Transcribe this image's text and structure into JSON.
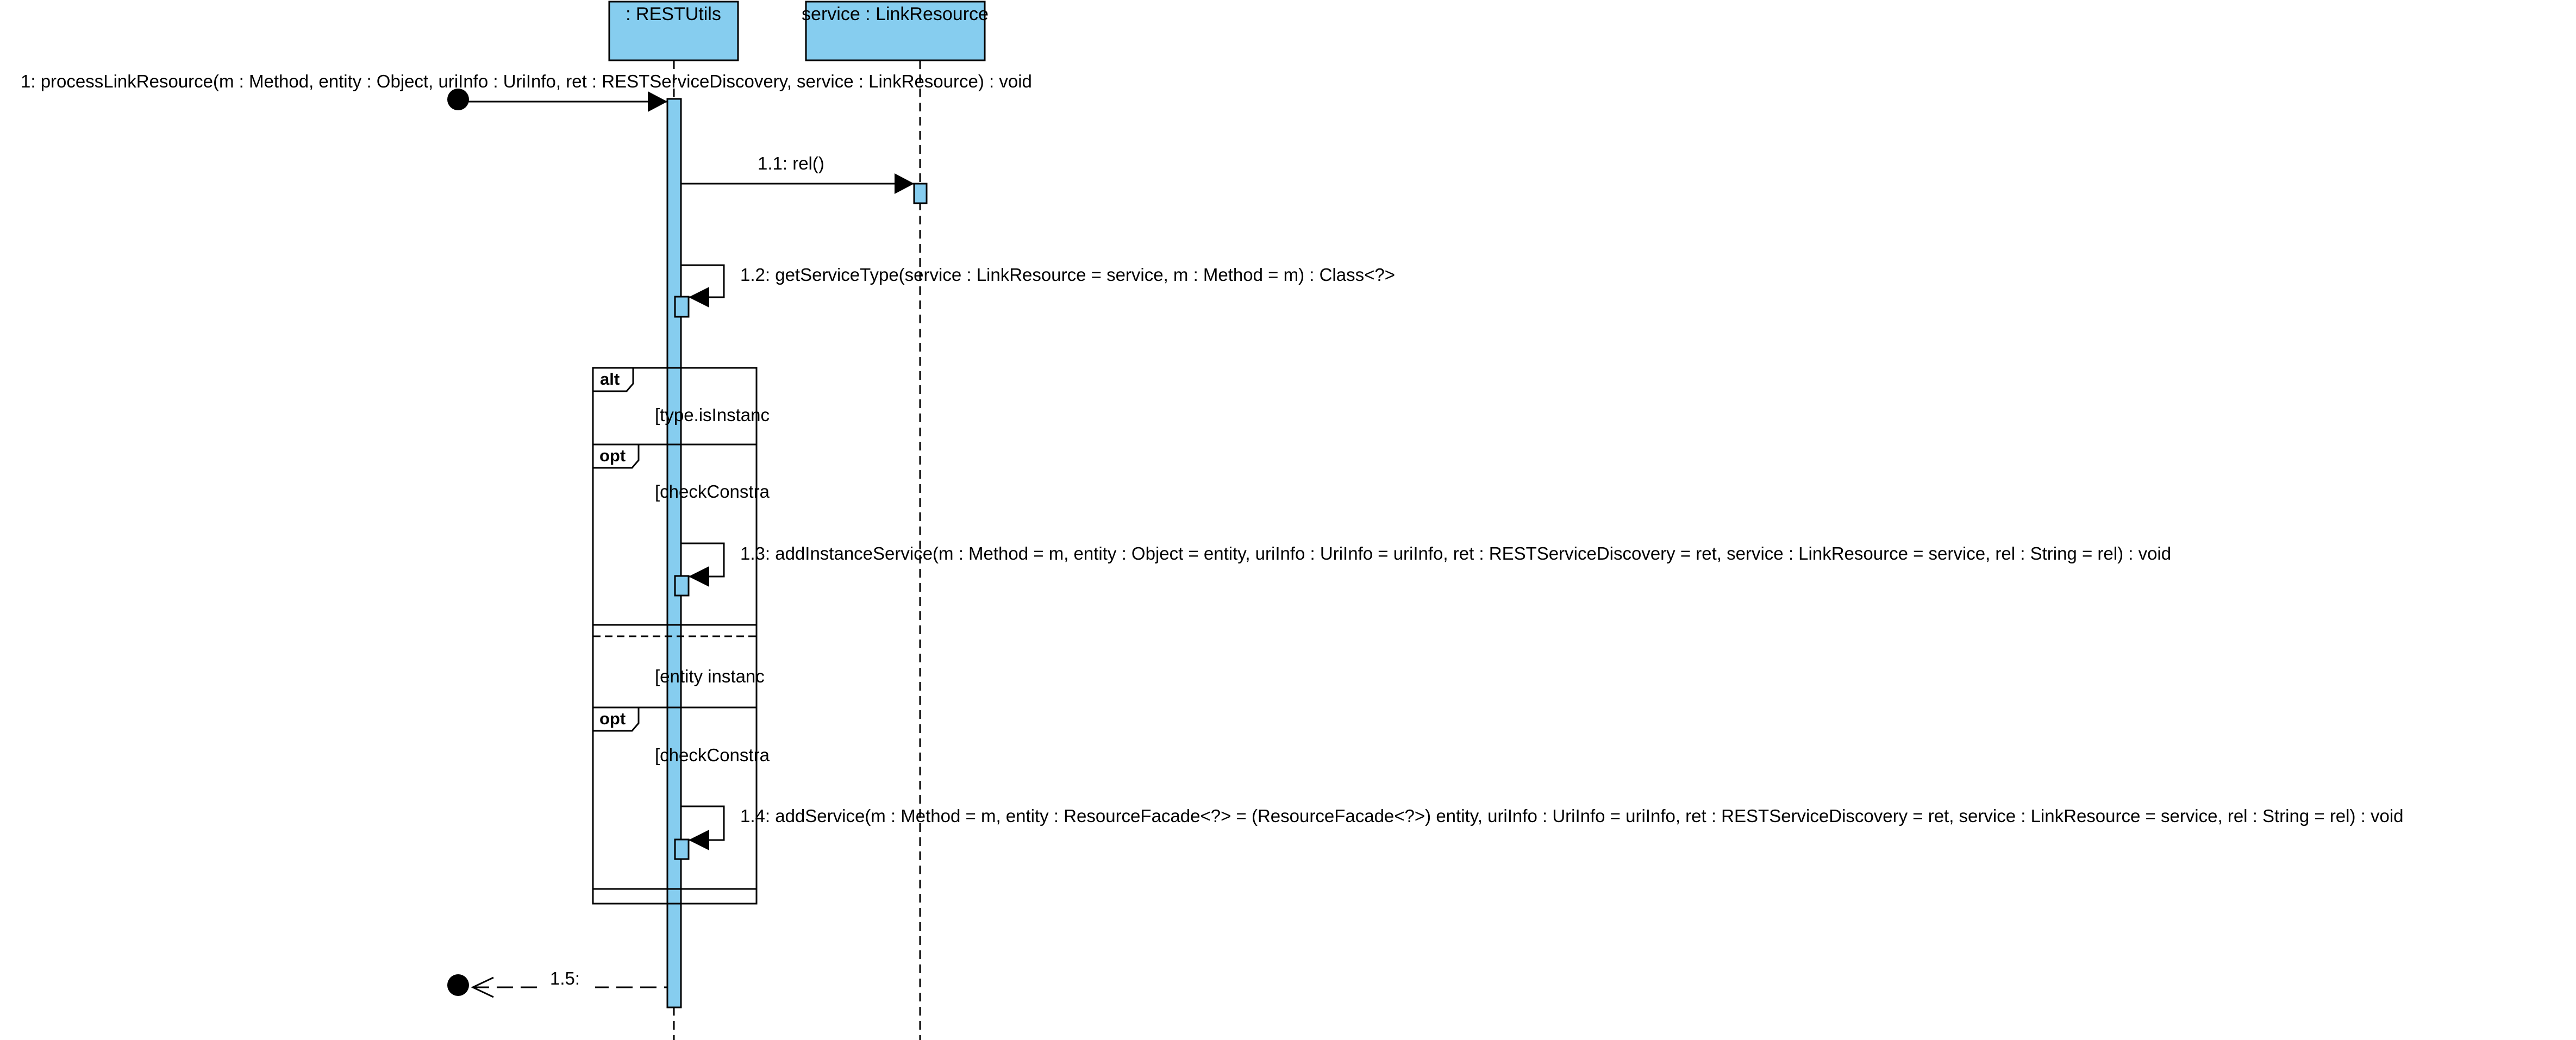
{
  "colors": {
    "lifeline_fill": "#86CDEF",
    "line": "#000000",
    "background": "#FFFFFF"
  },
  "lifelines": {
    "restutils": ": RESTUtils",
    "service": "service : LinkResource"
  },
  "messages": {
    "m1": "1: processLinkResource(m : Method, entity : Object, uriInfo : UriInfo, ret : RESTServiceDiscovery, service : LinkResource) : void",
    "m11": "1.1: rel()",
    "m12": "1.2: getServiceType(service : LinkResource = service, m : Method = m) : Class<?>",
    "m13": "1.3: addInstanceService(m : Method = m, entity : Object = entity, uriInfo : UriInfo = uriInfo, ret : RESTServiceDiscovery = ret, service : LinkResource = service, rel : String = rel) : void",
    "m14": "1.4: addService(m : Method = m, entity : ResourceFacade<?> = (ResourceFacade<?>) entity, uriInfo : UriInfo = uriInfo, ret : RESTServiceDiscovery = ret, service : LinkResource = service, rel : String = rel) : void",
    "m15": "1.5:"
  },
  "fragments": {
    "alt_tag": "alt",
    "opt_tag_1": "opt",
    "opt_tag_2": "opt",
    "alt_guard_1": "[type.isInstanc",
    "opt_guard_1": "[checkConstra",
    "alt_guard_2": "[entity instanc",
    "opt_guard_2": "[checkConstra"
  }
}
